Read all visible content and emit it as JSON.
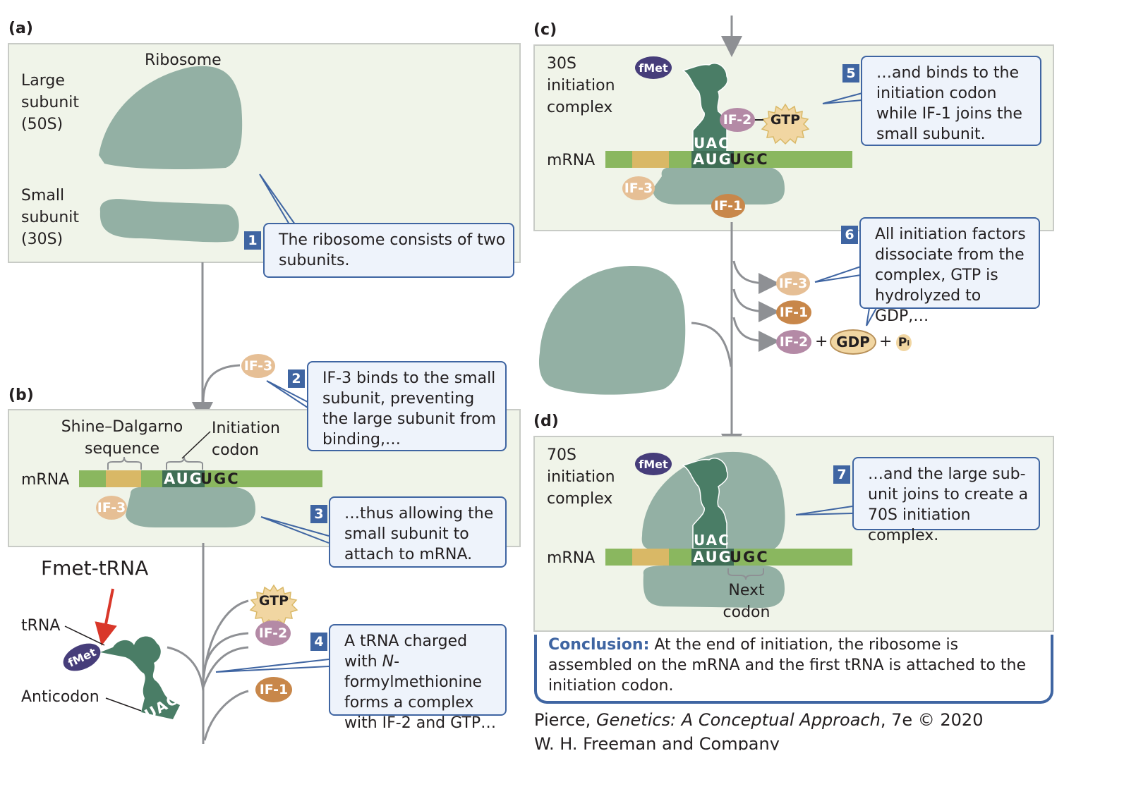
{
  "panels": {
    "a": {
      "letter": "(a)",
      "title": "Ribosome",
      "large_label": [
        "Large",
        "subunit",
        "(50S)"
      ],
      "small_label": [
        "Small",
        "subunit",
        "(30S)"
      ],
      "callout": {
        "step": "1",
        "text": "The ribosome consists of two subunits."
      }
    },
    "b": {
      "letter": "(b)",
      "sd_label": [
        "Shine–Dalgarno",
        "sequence"
      ],
      "init_label": [
        "Initiation",
        "codon"
      ],
      "mrna_label": "mRNA",
      "codon": "AUG",
      "next_codon": "UGC",
      "factor": "IF-3",
      "callout2": {
        "step": "2",
        "text": "IF-3 binds to the small subunit, preventing the large subunit from binding,…"
      },
      "callout3": {
        "step": "3",
        "text": "…thus allowing the small subunit to attach to mRNA."
      }
    },
    "trna_section": {
      "annotation": "Fmet-tRNA",
      "trna_label": "tRNA",
      "anticodon_label": "Anticodon",
      "fmet": "fMet",
      "anticodon": "UAC",
      "factors": [
        "GTP",
        "IF-2",
        "IF-1"
      ],
      "callout4": {
        "step": "4",
        "text_before": "A tRNA charged with ",
        "italic": "N",
        "text_after": "-formylmethionine forms a complex with IF-2 and GTP…"
      }
    },
    "c": {
      "letter": "(c)",
      "title": [
        "30S",
        "initiation",
        "complex"
      ],
      "mrna_label": "mRNA",
      "fmet": "fMet",
      "anticodon": "UAC",
      "codon": "AUG",
      "next_codon": "UGC",
      "if2": "IF-2",
      "gtp": "GTP",
      "if3": "IF-3",
      "if1": "IF-1",
      "callout5": {
        "step": "5",
        "text": "…and binds to the initiation codon while IF-1 joins the small subunit."
      },
      "callout6": {
        "step": "6",
        "text": "All initiation factors dissociate from the complex, GTP is hydrolyzed to GDP,…"
      },
      "released": {
        "if3": "IF-3",
        "if1": "IF-1",
        "if2": "IF-2",
        "plus": "+",
        "gdp": "GDP",
        "pi": "P",
        "pi_sub": "i"
      }
    },
    "d": {
      "letter": "(d)",
      "title": [
        "70S",
        "initiation",
        "complex"
      ],
      "mrna_label": "mRNA",
      "fmet": "fMet",
      "anticodon": "UAC",
      "codon": "AUG",
      "next_codon": "UGC",
      "next_label": [
        "Next",
        "codon"
      ],
      "callout7": {
        "step": "7",
        "text": "…and the large sub-unit joins to create a 70S initiation complex."
      }
    }
  },
  "conclusion": {
    "head": "Conclusion:",
    "text": " At the end of initiation, the ribosome is assembled on the mRNA and the first tRNA is attached to the initiation codon."
  },
  "credit": {
    "line1_before": "Pierce, ",
    "line1_italic": "Genetics: A Conceptual Approach",
    "line1_after": ", 7e © 2020",
    "line2": "W. H. Freeman and Company"
  },
  "colors": {
    "callout_border": "#3f65a2",
    "ribosome": "#93b0a4",
    "trna": "#4a7d66",
    "mrna": "#8ab75f",
    "shine_dalgarno": "#d9b866",
    "panel_bg": "#f0f4e9",
    "annotation_arrow": "#d9372a"
  }
}
